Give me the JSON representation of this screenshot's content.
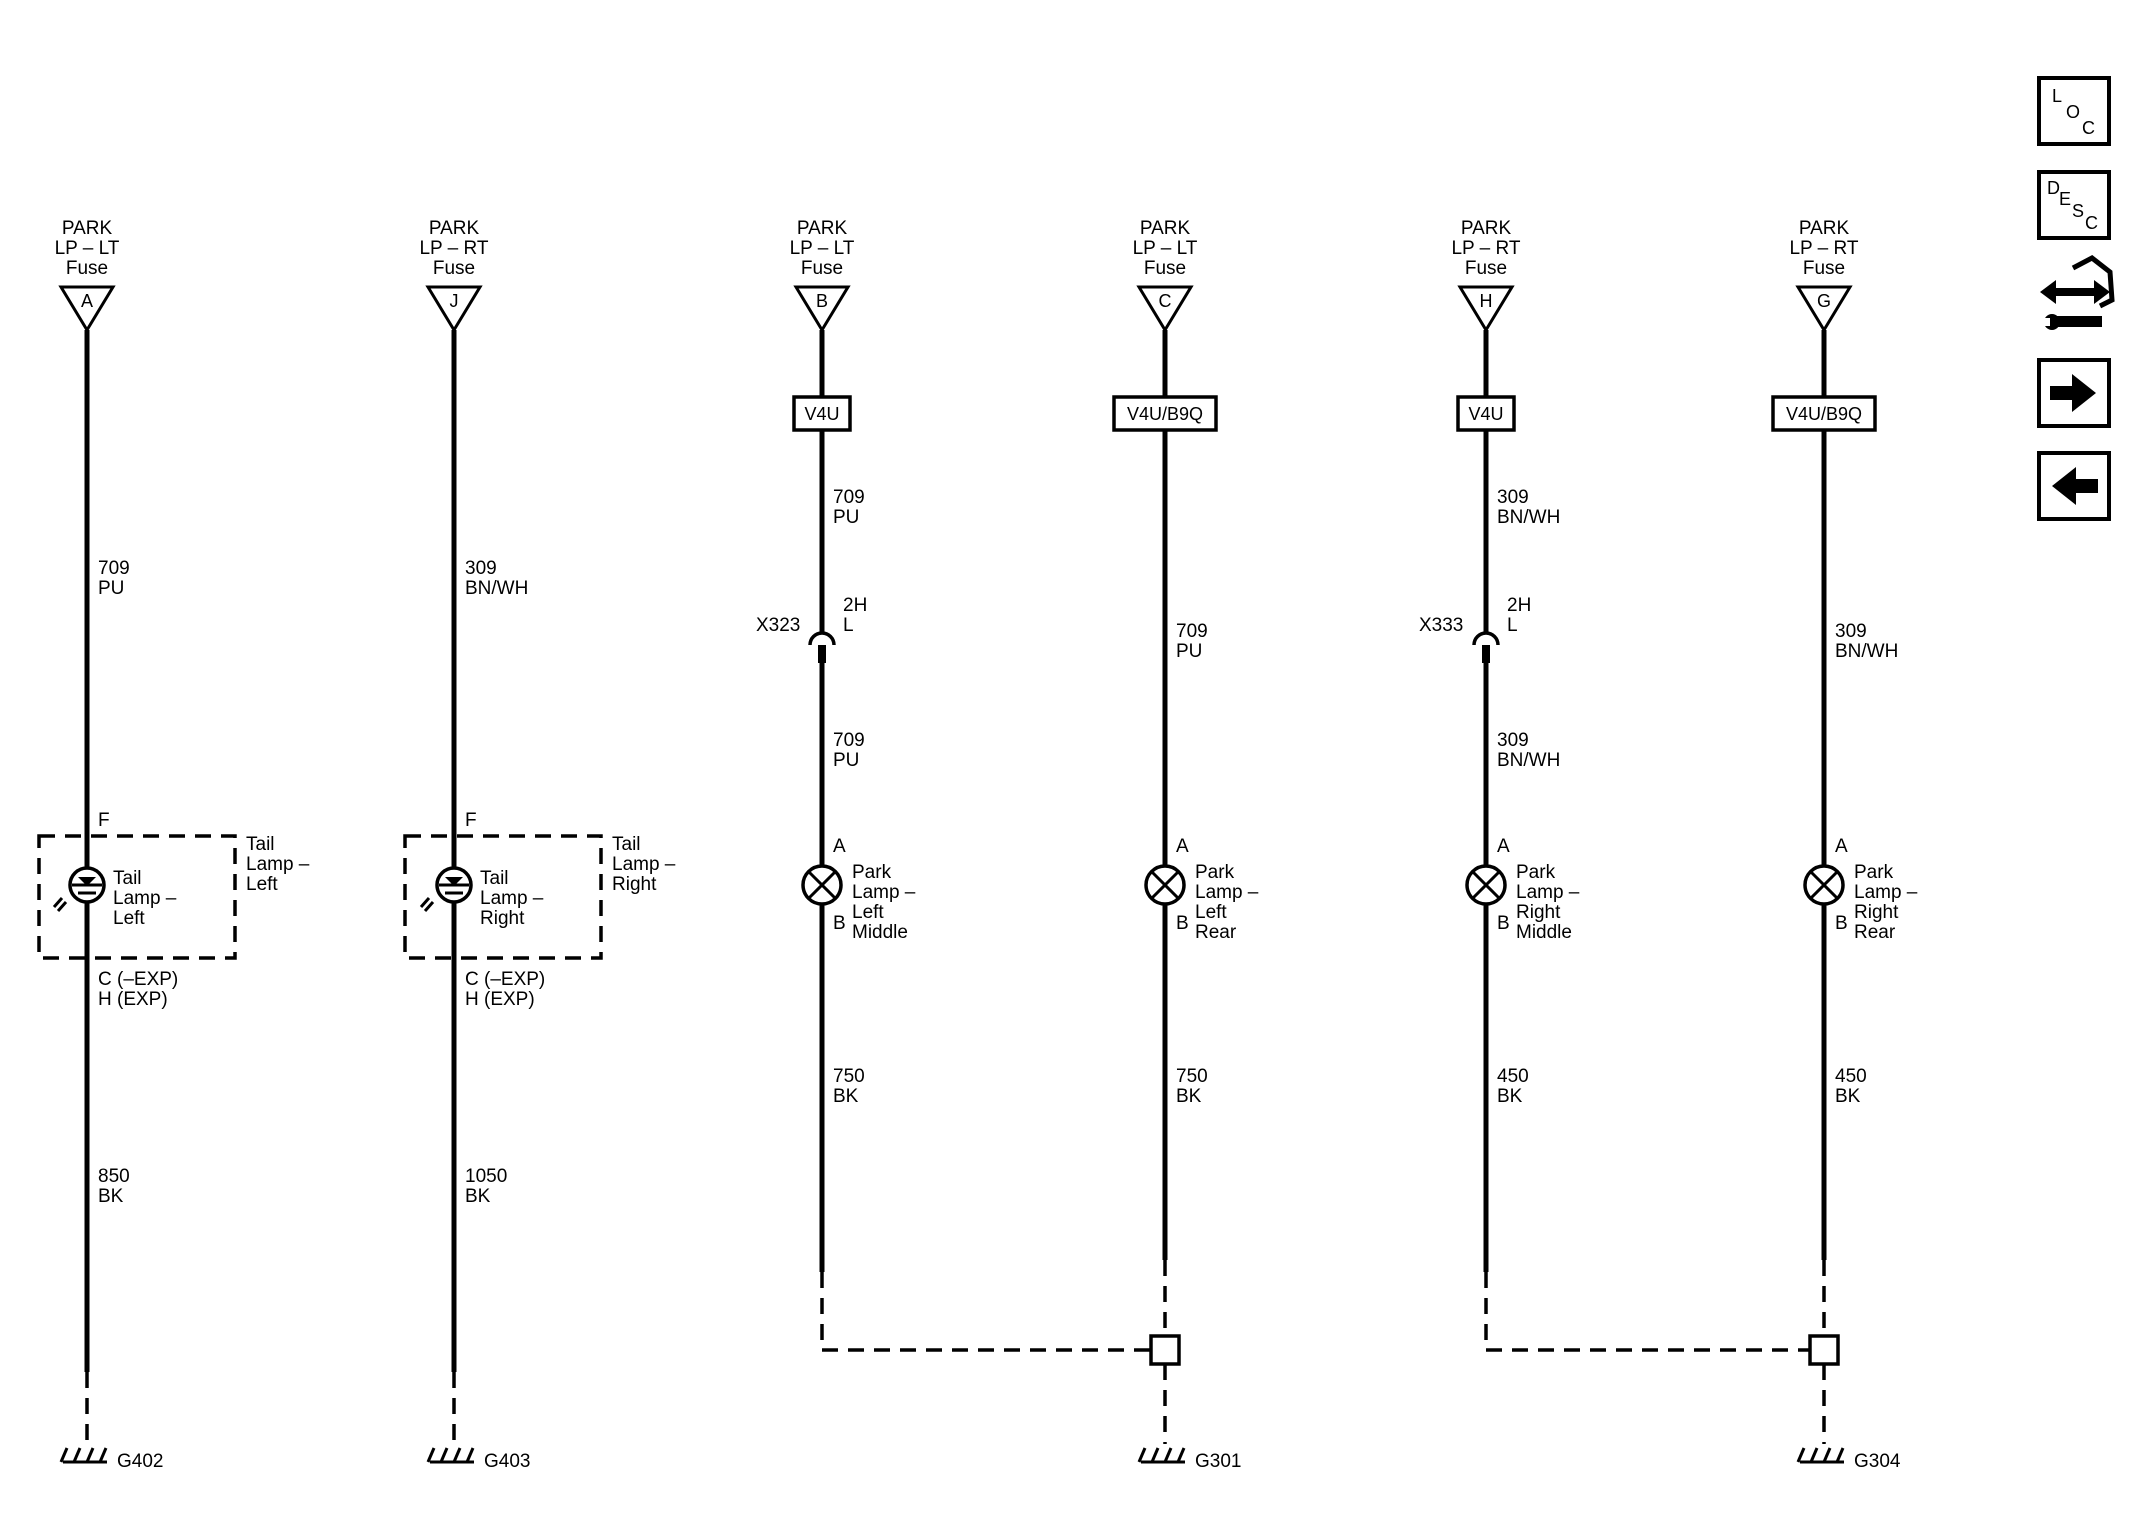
{
  "fuse_header": {
    "park": "PARK",
    "lp_lt": "LP – LT",
    "lp_rt": "LP – RT",
    "fuse": "Fuse"
  },
  "columns": [
    {
      "letter": "A",
      "wire_top": [
        "709",
        "PU"
      ]
    },
    {
      "letter": "J",
      "wire_top": [
        "309",
        "BN/WH"
      ]
    },
    {
      "letter": "B",
      "option": "V4U",
      "wire_top": [
        "709",
        "PU"
      ],
      "connector": "X323",
      "pin": [
        "2H",
        "L"
      ],
      "wire_mid": [
        "709",
        "PU"
      ]
    },
    {
      "letter": "C",
      "option": "V4U/B9Q",
      "wire_top": [
        "709",
        "PU"
      ]
    },
    {
      "letter": "H",
      "option": "V4U",
      "wire_top": [
        "309",
        "BN/WH"
      ],
      "connector": "X333",
      "pin": [
        "2H",
        "L"
      ],
      "wire_mid": [
        "309",
        "BN/WH"
      ]
    },
    {
      "letter": "G",
      "option": "V4U/B9Q",
      "wire_top": [
        "309",
        "BN/WH"
      ]
    }
  ],
  "tail_lamps": [
    {
      "pin_top": "F",
      "inner": [
        "Tail",
        "Lamp –",
        "Left"
      ],
      "outer": [
        "Tail",
        "Lamp –",
        "Left"
      ],
      "pins_bottom": [
        "C (–EXP)",
        "H (EXP)"
      ],
      "wire_bottom": [
        "850",
        "BK"
      ],
      "ground": "G402"
    },
    {
      "pin_top": "F",
      "inner": [
        "Tail",
        "Lamp –",
        "Right"
      ],
      "outer": [
        "Tail",
        "Lamp –",
        "Right"
      ],
      "pins_bottom": [
        "C (–EXP)",
        "H (EXP)"
      ],
      "wire_bottom": [
        "1050",
        "BK"
      ],
      "ground": "G403"
    }
  ],
  "park_lamps": [
    {
      "pin_a": "A",
      "pin_b": "B",
      "name": [
        "Park",
        "Lamp –",
        "Left",
        "Middle"
      ],
      "wire_bottom": [
        "750",
        "BK"
      ]
    },
    {
      "pin_a": "A",
      "pin_b": "B",
      "name": [
        "Park",
        "Lamp –",
        "Left",
        "Rear"
      ],
      "wire_bottom": [
        "750",
        "BK"
      ]
    },
    {
      "pin_a": "A",
      "pin_b": "B",
      "name": [
        "Park",
        "Lamp –",
        "Right",
        "Middle"
      ],
      "wire_bottom": [
        "450",
        "BK"
      ]
    },
    {
      "pin_a": "A",
      "pin_b": "B",
      "name": [
        "Park",
        "Lamp –",
        "Right",
        "Rear"
      ],
      "wire_bottom": [
        "450",
        "BK"
      ]
    }
  ],
  "grounds": {
    "left_pair": "G301",
    "right_pair": "G304"
  },
  "nav": {
    "loc": {
      "l": "L",
      "o": "O",
      "c": "C"
    },
    "desc": {
      "d": "D",
      "e": "E",
      "s": "S",
      "c": "C"
    },
    "icons": [
      "harness-tool-icon",
      "arrow-right-icon",
      "arrow-left-icon"
    ]
  }
}
